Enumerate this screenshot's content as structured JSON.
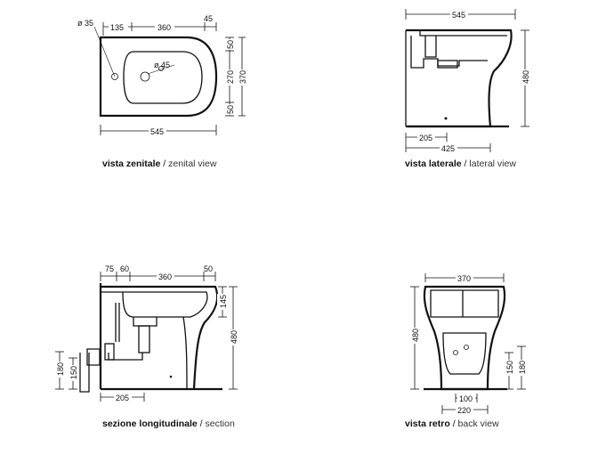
{
  "views": {
    "zenital": {
      "caption_bold": "vista zenitale",
      "caption_sep": " / ",
      "caption_light": "zenital view",
      "dims": {
        "hole": "ø 35",
        "d135": "135",
        "d360": "360",
        "d45": "45",
        "tap": "ø 45",
        "d50a": "50",
        "d270": "270",
        "d370": "370",
        "d50b": "50",
        "d545": "545"
      }
    },
    "lateral": {
      "caption_bold": "vista laterale",
      "caption_sep": " / ",
      "caption_light": "lateral view",
      "dims": {
        "d545": "545",
        "d480": "480",
        "d205": "205",
        "d425": "425"
      }
    },
    "section": {
      "caption_bold": "sezione longitudinale",
      "caption_sep": " / ",
      "caption_light": "section",
      "dims": {
        "d75": "75",
        "d60": "60",
        "d360": "360",
        "d50": "50",
        "d145": "145",
        "d480": "480",
        "d180": "180",
        "d150": "150",
        "d205": "205"
      }
    },
    "back": {
      "caption_bold": "vista retro",
      "caption_sep": " / ",
      "caption_light": "back view",
      "dims": {
        "d370": "370",
        "d480": "480",
        "d150": "150",
        "d180": "180",
        "d100": "100",
        "d220": "220"
      }
    }
  }
}
